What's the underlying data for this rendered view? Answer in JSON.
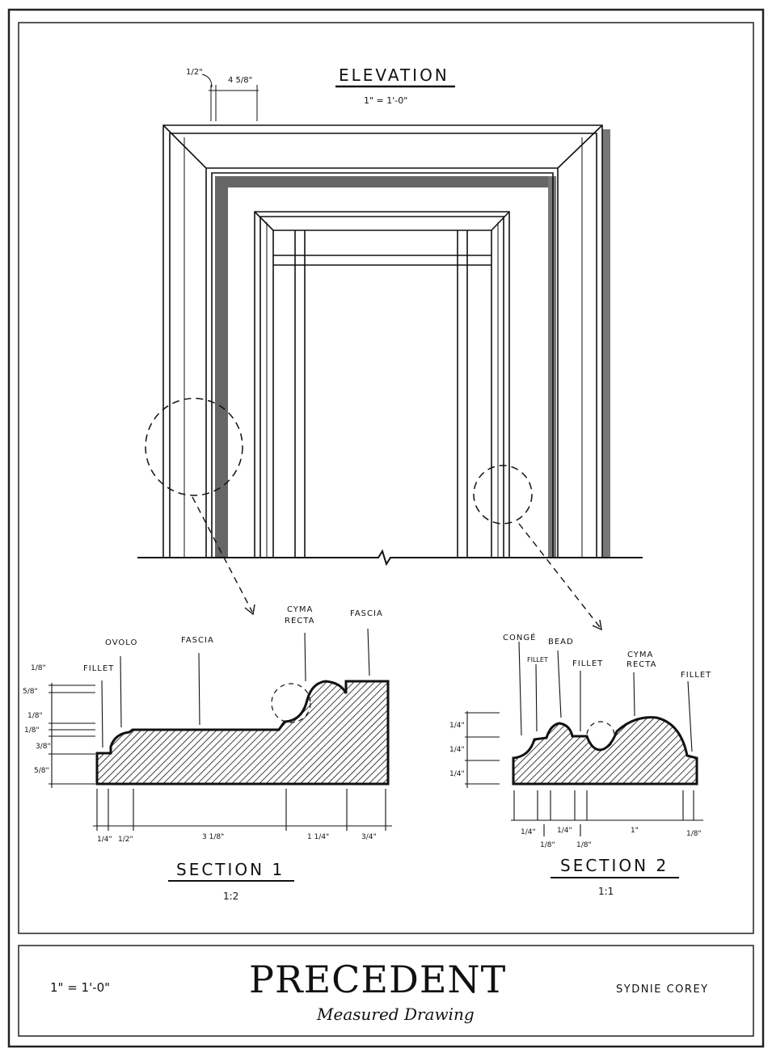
{
  "elevation": {
    "title": "ELEVATION",
    "scale": "1\" = 1'-0\"",
    "dims": [
      "1/2\"",
      "4 5/8\""
    ]
  },
  "section1": {
    "title": "SECTION 1",
    "scale": "1:2",
    "labels": [
      "OVOLO",
      "FILLET",
      "FASCIA",
      "CYMA",
      "RECTA",
      "FASCIA"
    ],
    "vertical_dims": [
      "1/8\"",
      "5/8\"",
      "1/8\"",
      "1/8\"",
      "3/8\"",
      "5/8\""
    ],
    "horizontal_dims": [
      "1/4\"",
      "1/2\"",
      "3 1/8\"",
      "1 1/4\"",
      "3/4\""
    ]
  },
  "section2": {
    "title": "SECTION 2",
    "scale": "1:1",
    "labels": [
      "CONGÉ",
      "BEAD",
      "FILLET",
      "FILLET",
      "CYMA",
      "RECTA",
      "FILLET"
    ],
    "vertical_dims": [
      "1/4\"",
      "1/4\"",
      "1/4\""
    ],
    "horizontal_dims": [
      "1/4\"",
      "1/8\"",
      "1/4\"",
      "1/8\"",
      "1\"",
      "1/8\""
    ]
  },
  "title_block": {
    "scale": "1\" = 1'-0\"",
    "title": "PRECEDENT",
    "subtitle": "Measured Drawing",
    "author": "SYDNIE COREY"
  }
}
